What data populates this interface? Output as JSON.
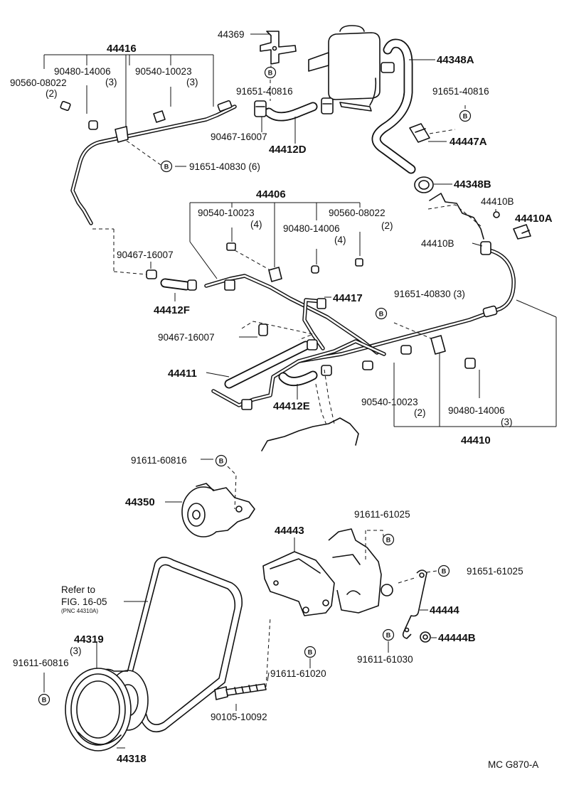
{
  "diagram": {
    "figure_code": "MC G870-A",
    "labels": {
      "p44369": "44369",
      "p44416": "44416",
      "p90480_14006_a": "90480-14006",
      "qty3_a": "(3)",
      "p90540_10023_a": "90540-10023",
      "qty3_b": "(3)",
      "p90560_08022_a": "90560-08022",
      "qty2_a": "(2)",
      "p91651_40816_a": "91651-40816",
      "p44348A": "44348A",
      "p91651_40816_b": "91651-40816",
      "p90467_16007_a": "90467-16007",
      "p44412D": "44412D",
      "p44447A": "44447A",
      "p91651_40830_a": "91651-40830 (6)",
      "p44348B": "44348B",
      "p44406": "44406",
      "p90540_10023_b": "90540-10023",
      "qty4_a": "(4)",
      "p90560_08022_b": "90560-08022",
      "qty2_b": "(2)",
      "p90480_14006_b": "90480-14006",
      "qty4_b": "(4)",
      "p44410B_a": "44410B",
      "p44410A": "44410A",
      "p44410B_b": "44410B",
      "p90467_16007_b": "90467-16007",
      "p44412F": "44412F",
      "p44417": "44417",
      "p91651_40830_b": "91651-40830 (3)",
      "p90467_16007_c": "90467-16007",
      "p44411": "44411",
      "p44412E": "44412E",
      "p90540_10023_c": "90540-10023",
      "qty2_c": "(2)",
      "p90480_14006_c": "90480-14006",
      "qty3_c": "(3)",
      "p44410": "44410",
      "p91611_60816_a": "91611-60816",
      "p44350": "44350",
      "p91611_61025": "91611-61025",
      "p44443": "44443",
      "p91651_61025": "91651-61025",
      "refer_to": "Refer to",
      "fig_ref": "FIG. 16-05",
      "pnc_ref": "(PNC 44310A)",
      "p44444": "44444",
      "p44319": "44319",
      "qty3_d": "(3)",
      "p91611_60816_b": "91611-60816",
      "p44444B": "44444B",
      "p91611_61030": "91611-61030",
      "p91611_61020": "91611-61020",
      "p90105_10092": "90105-10092",
      "p44318": "44318"
    },
    "bolt_marker": "B"
  }
}
